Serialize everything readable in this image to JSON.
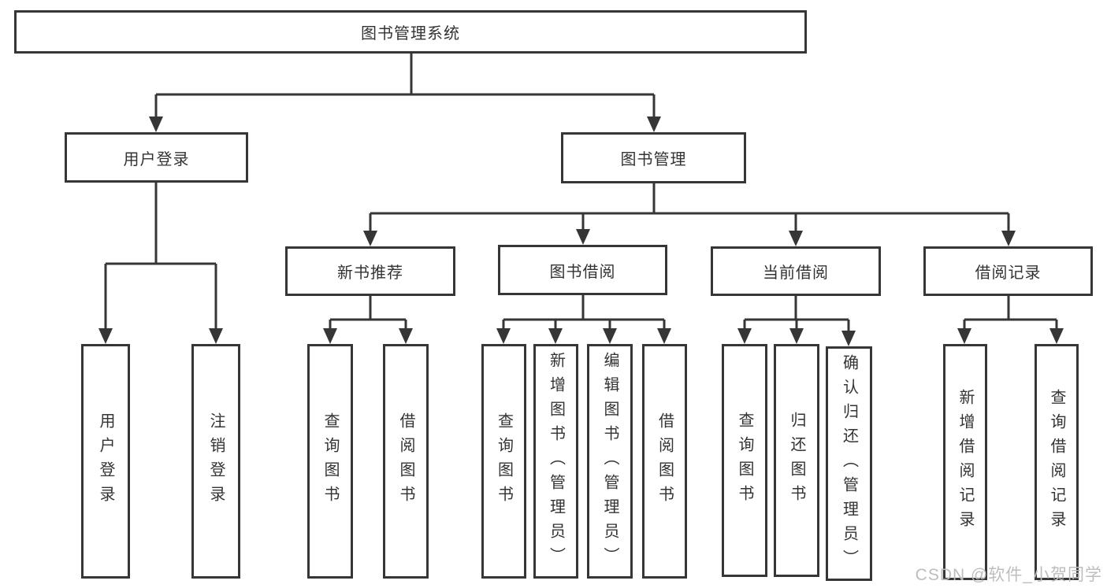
{
  "colors": {
    "line": "#363636",
    "box_border": "#363636",
    "text": "#333333",
    "watermark": "#bdbdbd",
    "background": "#ffffff"
  },
  "tree": {
    "root": "图书管理系统",
    "branches": [
      {
        "label": "用户登录",
        "children": [
          "用户登录",
          "注销登录"
        ]
      },
      {
        "label": "图书管理",
        "groups": [
          {
            "label": "新书推荐",
            "children": [
              "查询图书",
              "借阅图书"
            ]
          },
          {
            "label": "图书借阅",
            "children": [
              "查询图书",
              "新增图书（管理员）",
              "编辑图书（管理员）",
              "借阅图书"
            ]
          },
          {
            "label": "当前借阅",
            "children": [
              "查询图书",
              "归还图书",
              "确认归还（管理员）"
            ]
          },
          {
            "label": "借阅记录",
            "children": [
              "新增借阅记录",
              "查询借阅记录"
            ]
          }
        ]
      }
    ]
  },
  "watermark": "CSDN @软件_小贺同学"
}
